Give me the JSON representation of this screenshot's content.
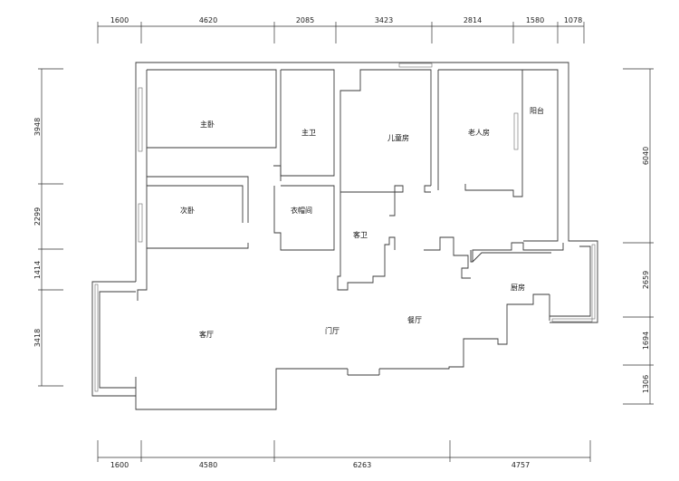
{
  "rooms": {
    "master_bedroom": "主卧",
    "master_bath": "主卫",
    "child_room": "儿童房",
    "elder_room": "老人房",
    "balcony": "阳台",
    "second_bedroom": "次卧",
    "cloakroom": "衣帽间",
    "guest_bath": "客卫",
    "kitchen": "厨房",
    "living_room": "客厅",
    "foyer": "门厅",
    "dining_room": "餐厅"
  },
  "dimensions": {
    "top": [
      "1600",
      "4620",
      "2085",
      "3423",
      "2814",
      "1580",
      "1078"
    ],
    "bottom": [
      "1600",
      "4580",
      "6263",
      "4757"
    ],
    "left": [
      "3948",
      "2299",
      "1414",
      "3418"
    ],
    "right": [
      "6040",
      "2659",
      "1694",
      "1306"
    ]
  }
}
